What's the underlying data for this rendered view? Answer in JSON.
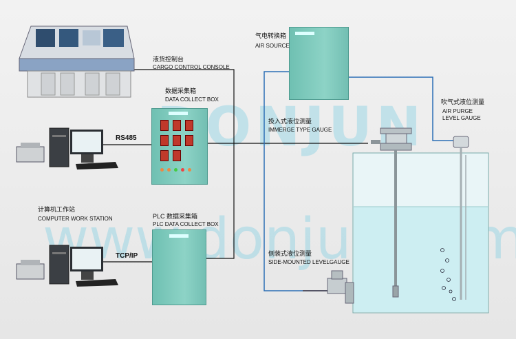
{
  "labels": {
    "console_cn": "液货控制台",
    "console_en": "CARGO CONTROL CONSOLE",
    "dcb_cn": "数据采集箱",
    "dcb_en": "DATA COLLECT BOX",
    "rs485": "RS485",
    "air_cn": "气电转换箱",
    "air_en": "AIR SOURCE",
    "imm_cn": "投入式液位测量",
    "imm_en": "IMMERGE TYPE GAUGE",
    "purge_cn": "吹气式液位测量",
    "purge_en1": "AIR PURGE",
    "purge_en2": "LEVEL GAUGE",
    "ws_cn": "计算机工作站",
    "ws_en": "COMPUTER WORK STATION",
    "plc_cn": "PLC 数据采集箱",
    "plc_en": "PLC DATA COLLECT BOX",
    "tcpip": "TCP/IP",
    "side_cn": "侧装式液位测量",
    "side_en": "SIDE-MOUNTED LEVELGAUGE"
  },
  "watermark": {
    "brand": "DONJUN",
    "url": "www.donjun.com"
  },
  "colors": {
    "cabinet": "#7fcabd",
    "tank_liquid": "#cdeef2",
    "line_blue": "#2c6fb5",
    "line_black": "#111111",
    "console": "#8aa3c4"
  }
}
